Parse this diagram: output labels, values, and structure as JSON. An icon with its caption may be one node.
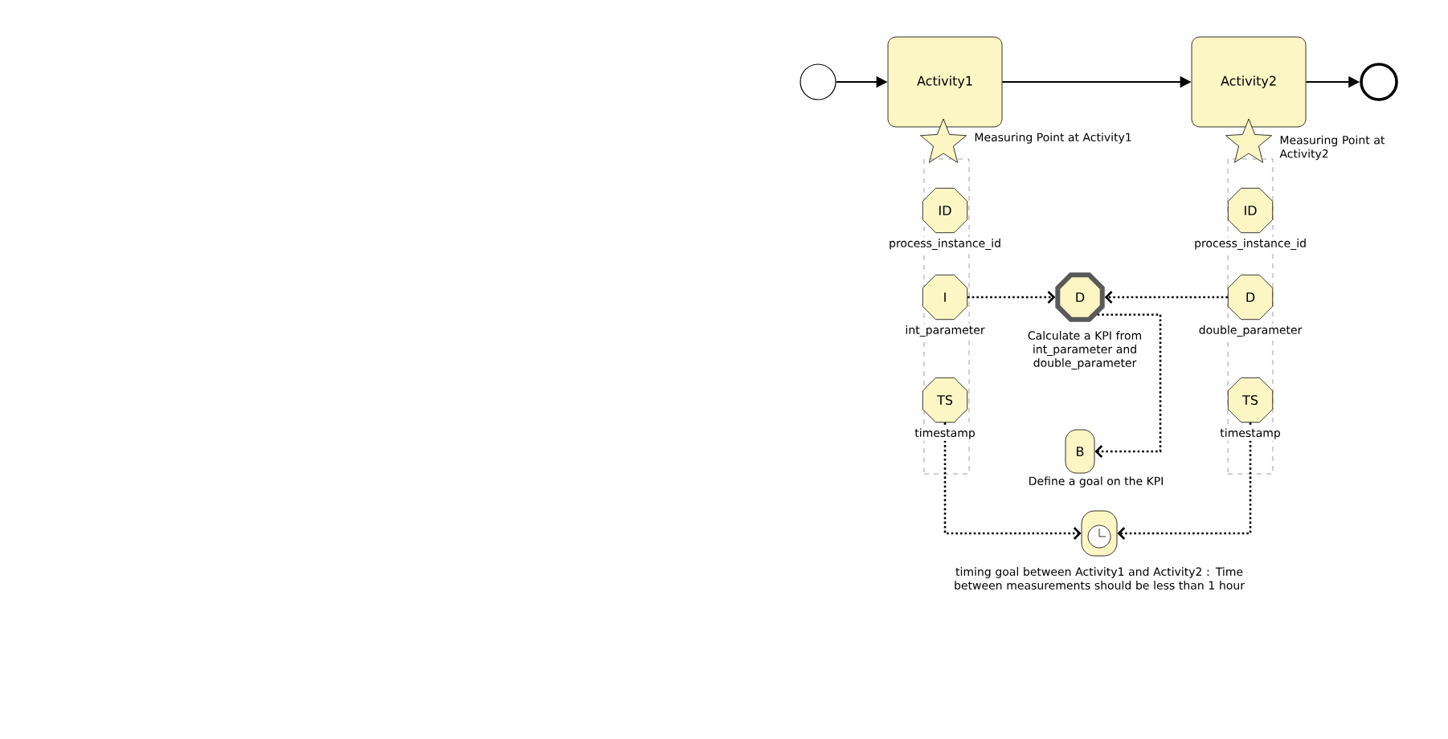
{
  "diagram": {
    "nodes": [
      {
        "text": [],
        "shape": "circle"
      },
      {
        "text": [
          "Activity1"
        ]
      },
      {
        "text": [
          "Activity2"
        ]
      },
      {
        "text": [],
        "shape": "circle"
      },
      {
        "text": [],
        "shape": "star",
        "beside": [
          "Measuring Point at Activity1"
        ]
      },
      {
        "text": [],
        "shape": "box"
      },
      {
        "text": [
          "ID"
        ],
        "in": 5,
        "beside": [
          "process_instance_id"
        ]
      },
      {
        "text": [
          "I"
        ],
        "in": 5,
        "beside": [
          "int_parameter"
        ]
      },
      {
        "text": [
          "TS"
        ],
        "in": 5,
        "beside": [
          "timestamp"
        ]
      },
      {
        "text": [],
        "shape": "star",
        "beside": [
          "Measuring Point at Activity2"
        ]
      },
      {
        "text": [],
        "shape": "box"
      },
      {
        "text": [
          "ID"
        ],
        "in": 10,
        "beside": [
          "process_instance_id"
        ]
      },
      {
        "text": [
          "D"
        ],
        "in": 10,
        "beside": [
          "double_parameter"
        ]
      },
      {
        "text": [
          "TS"
        ],
        "in": 10,
        "beside": [
          "timestamp"
        ]
      },
      {
        "text": [
          "D"
        ],
        "beside": [
          "Calculate a KPI from int_parameter and double_parameter"
        ]
      },
      {
        "text": [
          "B"
        ],
        "beside": [
          "Define a goal on the KPI"
        ]
      },
      {
        "text": [],
        "shape": "clock",
        "beside": [
          "timing goal between Activity1 and Activity2 : Time between measurements should be less than 1 hour"
        ]
      }
    ],
    "edges": [
      {
        "from": 0,
        "to": 1,
        "arrow": "to"
      },
      {
        "from": 1,
        "to": 2,
        "arrow": "to"
      },
      {
        "from": 2,
        "to": 3,
        "arrow": "to"
      },
      {
        "from": 7,
        "to": 14,
        "arrow": "to",
        "style": "dashed"
      },
      {
        "from": 12,
        "to": 14,
        "arrow": "to",
        "style": "dashed"
      },
      {
        "from": 14,
        "to": 15,
        "arrow": "to",
        "style": "dashed"
      },
      {
        "from": 8,
        "to": 16,
        "arrow": "to",
        "style": "dashed"
      },
      {
        "from": 13,
        "to": 16,
        "arrow": "to",
        "style": "dashed"
      }
    ]
  }
}
